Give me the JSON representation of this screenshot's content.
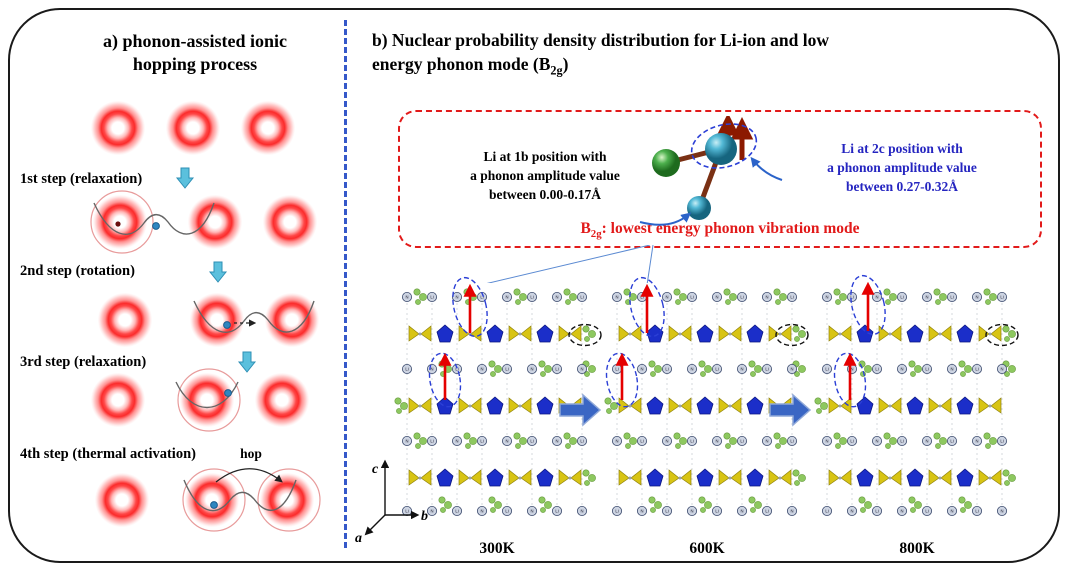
{
  "panel_a": {
    "title_line1": "a) phonon-assisted ionic",
    "title_line2": "hopping process",
    "steps": [
      {
        "label": "1st step (relaxation)"
      },
      {
        "label": "2nd step (rotation)"
      },
      {
        "label": "3rd step (relaxation)"
      },
      {
        "label": "4th step (thermal activation)"
      }
    ],
    "hop_label": "hop"
  },
  "panel_b": {
    "title_line1": "b) Nuclear probability density distribution for Li-ion and low",
    "title_line2_part1": "energy phonon mode (B",
    "title_sub": "2g",
    "title_line2_part2": ")",
    "callout": {
      "li_1b_line1": "Li at 1b position with",
      "li_1b_line2": "a phonon amplitude value",
      "li_1b_line3": "between 0.00-0.17Å",
      "li_2c_line1": "Li at 2c position with",
      "li_2c_line2": "a phonon amplitude value",
      "li_2c_line3": "between 0.27-0.32Å",
      "mode_prefix": "B",
      "mode_sub": "2g",
      "mode_text": ": lowest energy phonon vibration mode"
    },
    "temperatures": [
      "300K",
      "600K",
      "800K"
    ],
    "axes": {
      "a": "a",
      "b": "b",
      "c": "c"
    },
    "atom_labels": {
      "n": "N",
      "li": "Li"
    }
  },
  "colors": {
    "divider_blue": "#3558c9",
    "callout_red": "#e21a1a",
    "annotation_blue": "#2525c0",
    "arrow_red": "#e50000",
    "step_arrow_cyan": "#5bc0dd",
    "transition_arrow_blue": "#3a66c4",
    "atom_red": "#fb2b2b",
    "density_yellow": "#d8c414",
    "density_green": "#84c452",
    "polyhedra_blue": "#1b2ec9"
  }
}
